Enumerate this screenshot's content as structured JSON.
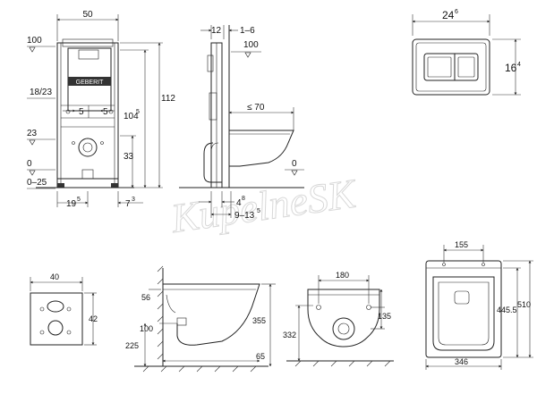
{
  "watermark": "KupelneSK",
  "brand_badge": "GEBERIT",
  "frame_view": {
    "width": "50",
    "level_100": "100",
    "level_23": "23",
    "level_0": "0",
    "range_0_25": "0–25",
    "range_18_23": "18/23",
    "offset_5_left": "5",
    "offset_5_right": "5",
    "height_112": "112",
    "height_104": "104",
    "height_104_sup": "5",
    "height_33": "33",
    "bottom_19": "19",
    "bottom_19_sup": "5",
    "bottom_7": "7",
    "bottom_7_sup": "3"
  },
  "side_view": {
    "top_12": "12",
    "top_1_6": "1–6",
    "level_100": "100",
    "projection": "≤ 70",
    "level_0": "0",
    "dim_4": "4",
    "dim_4_sup": "8",
    "dim_9_13": "9–13",
    "dim_9_13_sup": "5"
  },
  "button_plate": {
    "width": "24",
    "width_sup": "6",
    "height": "16",
    "height_sup": "4"
  },
  "bottom_row": {
    "wall_plate_width": "40",
    "wall_plate_height": "42",
    "bowl_side_56": "56",
    "bowl_side_100": "100",
    "bowl_side_225": "225",
    "bowl_side_355": "355",
    "bowl_side_65": "65",
    "bowl_front_180": "180",
    "bowl_front_135": "135",
    "bowl_front_332": "332",
    "bowl_top_155": "155",
    "bowl_top_445": "445.5",
    "bowl_top_510": "510",
    "bowl_top_346": "346"
  }
}
